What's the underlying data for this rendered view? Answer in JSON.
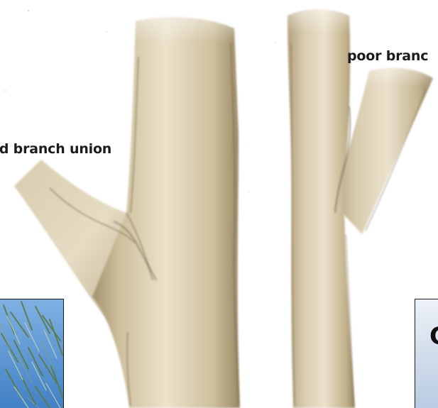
{
  "labels": {
    "good_union": "od branch union",
    "poor_union": "poor branc"
  },
  "inset_right": {
    "visible_letter": "C"
  },
  "colors": {
    "bark_light": "#e9dfc6",
    "bark_mid": "#c9b992",
    "bark_dark": "#6d5f45",
    "sky_blue": "#4a86c8",
    "willow_green": "#6f8a52",
    "text": "#1c1c1c"
  }
}
